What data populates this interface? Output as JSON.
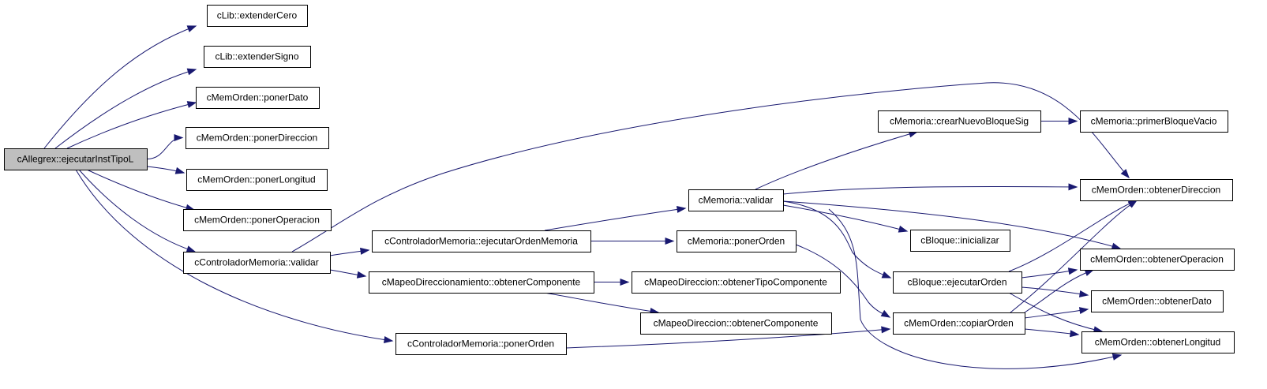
{
  "graph": {
    "colors": {
      "edge": "#191970",
      "root_fill": "#bfbfbf",
      "node_fill": "#ffffff",
      "border": "#000000"
    },
    "nodes": [
      {
        "id": "root",
        "label": "cAllegrex::ejecutarInstTipoL"
      },
      {
        "id": "lib_cero",
        "label": "cLib::extenderCero"
      },
      {
        "id": "lib_signo",
        "label": "cLib::extenderSigno"
      },
      {
        "id": "mo_dato",
        "label": "cMemOrden::ponerDato"
      },
      {
        "id": "mo_dir",
        "label": "cMemOrden::ponerDireccion"
      },
      {
        "id": "mo_long",
        "label": "cMemOrden::ponerLongitud"
      },
      {
        "id": "mo_oper",
        "label": "cMemOrden::ponerOperacion"
      },
      {
        "id": "cm_validar",
        "label": "cControladorMemoria::validar"
      },
      {
        "id": "cm_ejec",
        "label": "cControladorMemoria::ejecutarOrdenMemoria"
      },
      {
        "id": "md_obtcomp",
        "label": "cMapeoDireccionamiento::obtenerComponente"
      },
      {
        "id": "cm_poner",
        "label": "cControladorMemoria::ponerOrden"
      },
      {
        "id": "mem_validar",
        "label": "cMemoria::validar"
      },
      {
        "id": "mem_poner",
        "label": "cMemoria::ponerOrden"
      },
      {
        "id": "mdir_tipo",
        "label": "cMapeoDireccion::obtenerTipoComponente"
      },
      {
        "id": "mdir_comp",
        "label": "cMapeoDireccion::obtenerComponente"
      },
      {
        "id": "mem_crear",
        "label": "cMemoria::crearNuevoBloqueSig"
      },
      {
        "id": "blq_init",
        "label": "cBloque::inicializar"
      },
      {
        "id": "blq_ejec",
        "label": "cBloque::ejecutarOrden"
      },
      {
        "id": "mo_copiar",
        "label": "cMemOrden::copiarOrden"
      },
      {
        "id": "mem_primer",
        "label": "cMemoria::primerBloqueVacio"
      },
      {
        "id": "mo_obtdir",
        "label": "cMemOrden::obtenerDireccion"
      },
      {
        "id": "mo_obtoper",
        "label": "cMemOrden::obtenerOperacion"
      },
      {
        "id": "mo_obtdato",
        "label": "cMemOrden::obtenerDato"
      },
      {
        "id": "mo_obtlong",
        "label": "cMemOrden::obtenerLongitud"
      }
    ],
    "edges": [
      {
        "from": "root",
        "to": "lib_cero"
      },
      {
        "from": "root",
        "to": "lib_signo"
      },
      {
        "from": "root",
        "to": "mo_dato"
      },
      {
        "from": "root",
        "to": "mo_dir"
      },
      {
        "from": "root",
        "to": "mo_long"
      },
      {
        "from": "root",
        "to": "mo_oper"
      },
      {
        "from": "root",
        "to": "cm_validar"
      },
      {
        "from": "root",
        "to": "cm_poner"
      },
      {
        "from": "cm_validar",
        "to": "cm_ejec"
      },
      {
        "from": "cm_validar",
        "to": "md_obtcomp"
      },
      {
        "from": "cm_validar",
        "to": "mo_obtdir"
      },
      {
        "from": "cm_ejec",
        "to": "mem_validar"
      },
      {
        "from": "cm_ejec",
        "to": "mem_poner"
      },
      {
        "from": "md_obtcomp",
        "to": "mdir_tipo"
      },
      {
        "from": "md_obtcomp",
        "to": "mdir_comp"
      },
      {
        "from": "cm_poner",
        "to": "mo_copiar"
      },
      {
        "from": "mem_validar",
        "to": "mem_crear"
      },
      {
        "from": "mem_validar",
        "to": "mo_obtdir"
      },
      {
        "from": "mem_validar",
        "to": "blq_init"
      },
      {
        "from": "mem_validar",
        "to": "mo_obtoper"
      },
      {
        "from": "mem_validar",
        "to": "blq_ejec"
      },
      {
        "from": "mem_validar",
        "to": "mo_obtlong"
      },
      {
        "from": "mem_poner",
        "to": "mo_copiar"
      },
      {
        "from": "mem_crear",
        "to": "mem_primer"
      },
      {
        "from": "blq_ejec",
        "to": "mo_obtdir"
      },
      {
        "from": "blq_ejec",
        "to": "mo_obtoper"
      },
      {
        "from": "blq_ejec",
        "to": "mo_obtdato"
      },
      {
        "from": "blq_ejec",
        "to": "mo_obtlong"
      },
      {
        "from": "mo_copiar",
        "to": "mo_obtdir"
      },
      {
        "from": "mo_copiar",
        "to": "mo_obtoper"
      },
      {
        "from": "mo_copiar",
        "to": "mo_obtdato"
      },
      {
        "from": "mo_copiar",
        "to": "mo_obtlong"
      }
    ]
  }
}
